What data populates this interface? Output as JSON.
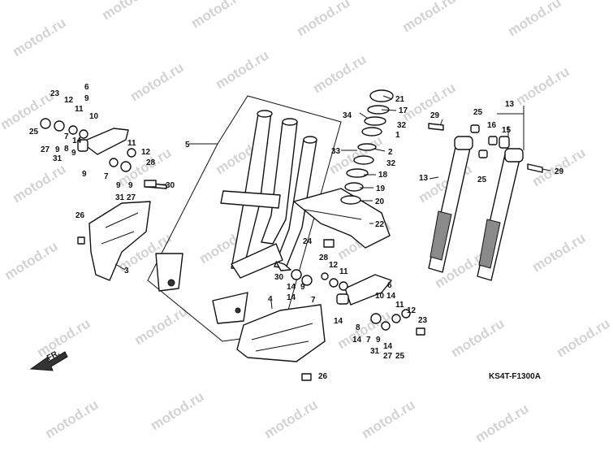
{
  "watermark": "motod.ru",
  "diagram_code": "KS4T-F1300A",
  "front_arrow_label": "FR.",
  "callouts": [
    {
      "id": "c-23a",
      "text": "23"
    },
    {
      "id": "c-12a",
      "text": "12"
    },
    {
      "id": "c-11a",
      "text": "11"
    },
    {
      "id": "c-6a",
      "text": "6"
    },
    {
      "id": "c-9a",
      "text": "9"
    },
    {
      "id": "c-10a",
      "text": "10"
    },
    {
      "id": "c-25a",
      "text": "25"
    },
    {
      "id": "c-27a",
      "text": "27"
    },
    {
      "id": "c-9b",
      "text": "9"
    },
    {
      "id": "c-7a",
      "text": "7"
    },
    {
      "id": "c-14a",
      "text": "14"
    },
    {
      "id": "c-8a",
      "text": "8"
    },
    {
      "id": "c-31a",
      "text": "31"
    },
    {
      "id": "c-9c",
      "text": "9"
    },
    {
      "id": "c-9d",
      "text": "9"
    },
    {
      "id": "c-11b",
      "text": "11"
    },
    {
      "id": "c-12b",
      "text": "12"
    },
    {
      "id": "c-28a",
      "text": "28"
    },
    {
      "id": "c-7b",
      "text": "7"
    },
    {
      "id": "c-9e",
      "text": "9"
    },
    {
      "id": "c-9f",
      "text": "9"
    },
    {
      "id": "c-31b",
      "text": "31"
    },
    {
      "id": "c-27b",
      "text": "27"
    },
    {
      "id": "c-30a",
      "text": "30"
    },
    {
      "id": "c-26a",
      "text": "26"
    },
    {
      "id": "c-3",
      "text": "3"
    },
    {
      "id": "c-5",
      "text": "5"
    },
    {
      "id": "c-34",
      "text": "34"
    },
    {
      "id": "c-21",
      "text": "21"
    },
    {
      "id": "c-17",
      "text": "17"
    },
    {
      "id": "c-32a",
      "text": "32"
    },
    {
      "id": "c-1",
      "text": "1"
    },
    {
      "id": "c-33",
      "text": "33"
    },
    {
      "id": "c-2",
      "text": "2"
    },
    {
      "id": "c-32b",
      "text": "32"
    },
    {
      "id": "c-18",
      "text": "18"
    },
    {
      "id": "c-19",
      "text": "19"
    },
    {
      "id": "c-20",
      "text": "20"
    },
    {
      "id": "c-22",
      "text": "22"
    },
    {
      "id": "c-24",
      "text": "24"
    },
    {
      "id": "c-29a",
      "text": "29"
    },
    {
      "id": "c-25b",
      "text": "25"
    },
    {
      "id": "c-13a",
      "text": "13"
    },
    {
      "id": "c-16",
      "text": "16"
    },
    {
      "id": "c-15",
      "text": "15"
    },
    {
      "id": "c-13b",
      "text": "13"
    },
    {
      "id": "c-25c",
      "text": "25"
    },
    {
      "id": "c-29b",
      "text": "29"
    },
    {
      "id": "c-30b",
      "text": "30"
    },
    {
      "id": "c-28b",
      "text": "28"
    },
    {
      "id": "c-12c",
      "text": "12"
    },
    {
      "id": "c-11c",
      "text": "11"
    },
    {
      "id": "c-14b",
      "text": "14"
    },
    {
      "id": "c-9g",
      "text": "9"
    },
    {
      "id": "c-7c",
      "text": "7"
    },
    {
      "id": "c-14c",
      "text": "14"
    },
    {
      "id": "c-6b",
      "text": "6"
    },
    {
      "id": "c-10b",
      "text": "10"
    },
    {
      "id": "c-14d",
      "text": "14"
    },
    {
      "id": "c-11d",
      "text": "11"
    },
    {
      "id": "c-12d",
      "text": "12"
    },
    {
      "id": "c-23b",
      "text": "23"
    },
    {
      "id": "c-14e",
      "text": "14"
    },
    {
      "id": "c-8b",
      "text": "8"
    },
    {
      "id": "c-14f",
      "text": "14"
    },
    {
      "id": "c-7d",
      "text": "7"
    },
    {
      "id": "c-9h",
      "text": "9"
    },
    {
      "id": "c-31c",
      "text": "31"
    },
    {
      "id": "c-27c",
      "text": "27"
    },
    {
      "id": "c-14g",
      "text": "14"
    },
    {
      "id": "c-25d",
      "text": "25"
    },
    {
      "id": "c-4",
      "text": "4"
    },
    {
      "id": "c-26b",
      "text": "26"
    }
  ]
}
